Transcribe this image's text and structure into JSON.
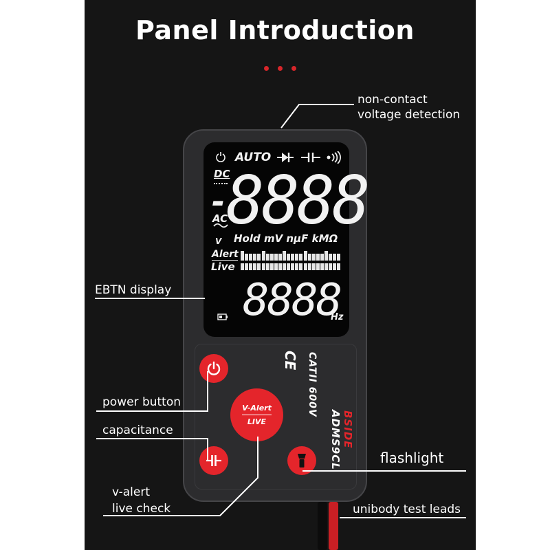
{
  "title": "Panel Introduction",
  "callouts": {
    "ncv_line1": "non-contact",
    "ncv_line2": "voltage detection",
    "display": "EBTN display",
    "power": "power button",
    "capacitance": "capacitance",
    "valert_line1": "v-alert",
    "valert_line2": "live check",
    "flashlight": "flashlight",
    "leads": "unibody test leads"
  },
  "lcd": {
    "auto": "AUTO",
    "dc": "DC",
    "ac": "AC",
    "minus": "-",
    "main_digits": "8888",
    "units": "Hold mV nμF kMΩ",
    "v_mark": "V",
    "alert": "Alert",
    "live": "Live",
    "sub_digits": "8888",
    "hz": "Hz"
  },
  "device": {
    "ce_mark": "CE",
    "cat_rating": "CATII 600V",
    "brand": "BSIDE",
    "model": "ADMS9CL",
    "valert_button_top": "V-Alert",
    "valert_button_bottom": "LIVE"
  },
  "colors": {
    "background": "#151515",
    "accent": "#e4252b",
    "device_body": "#2c2c2e"
  }
}
